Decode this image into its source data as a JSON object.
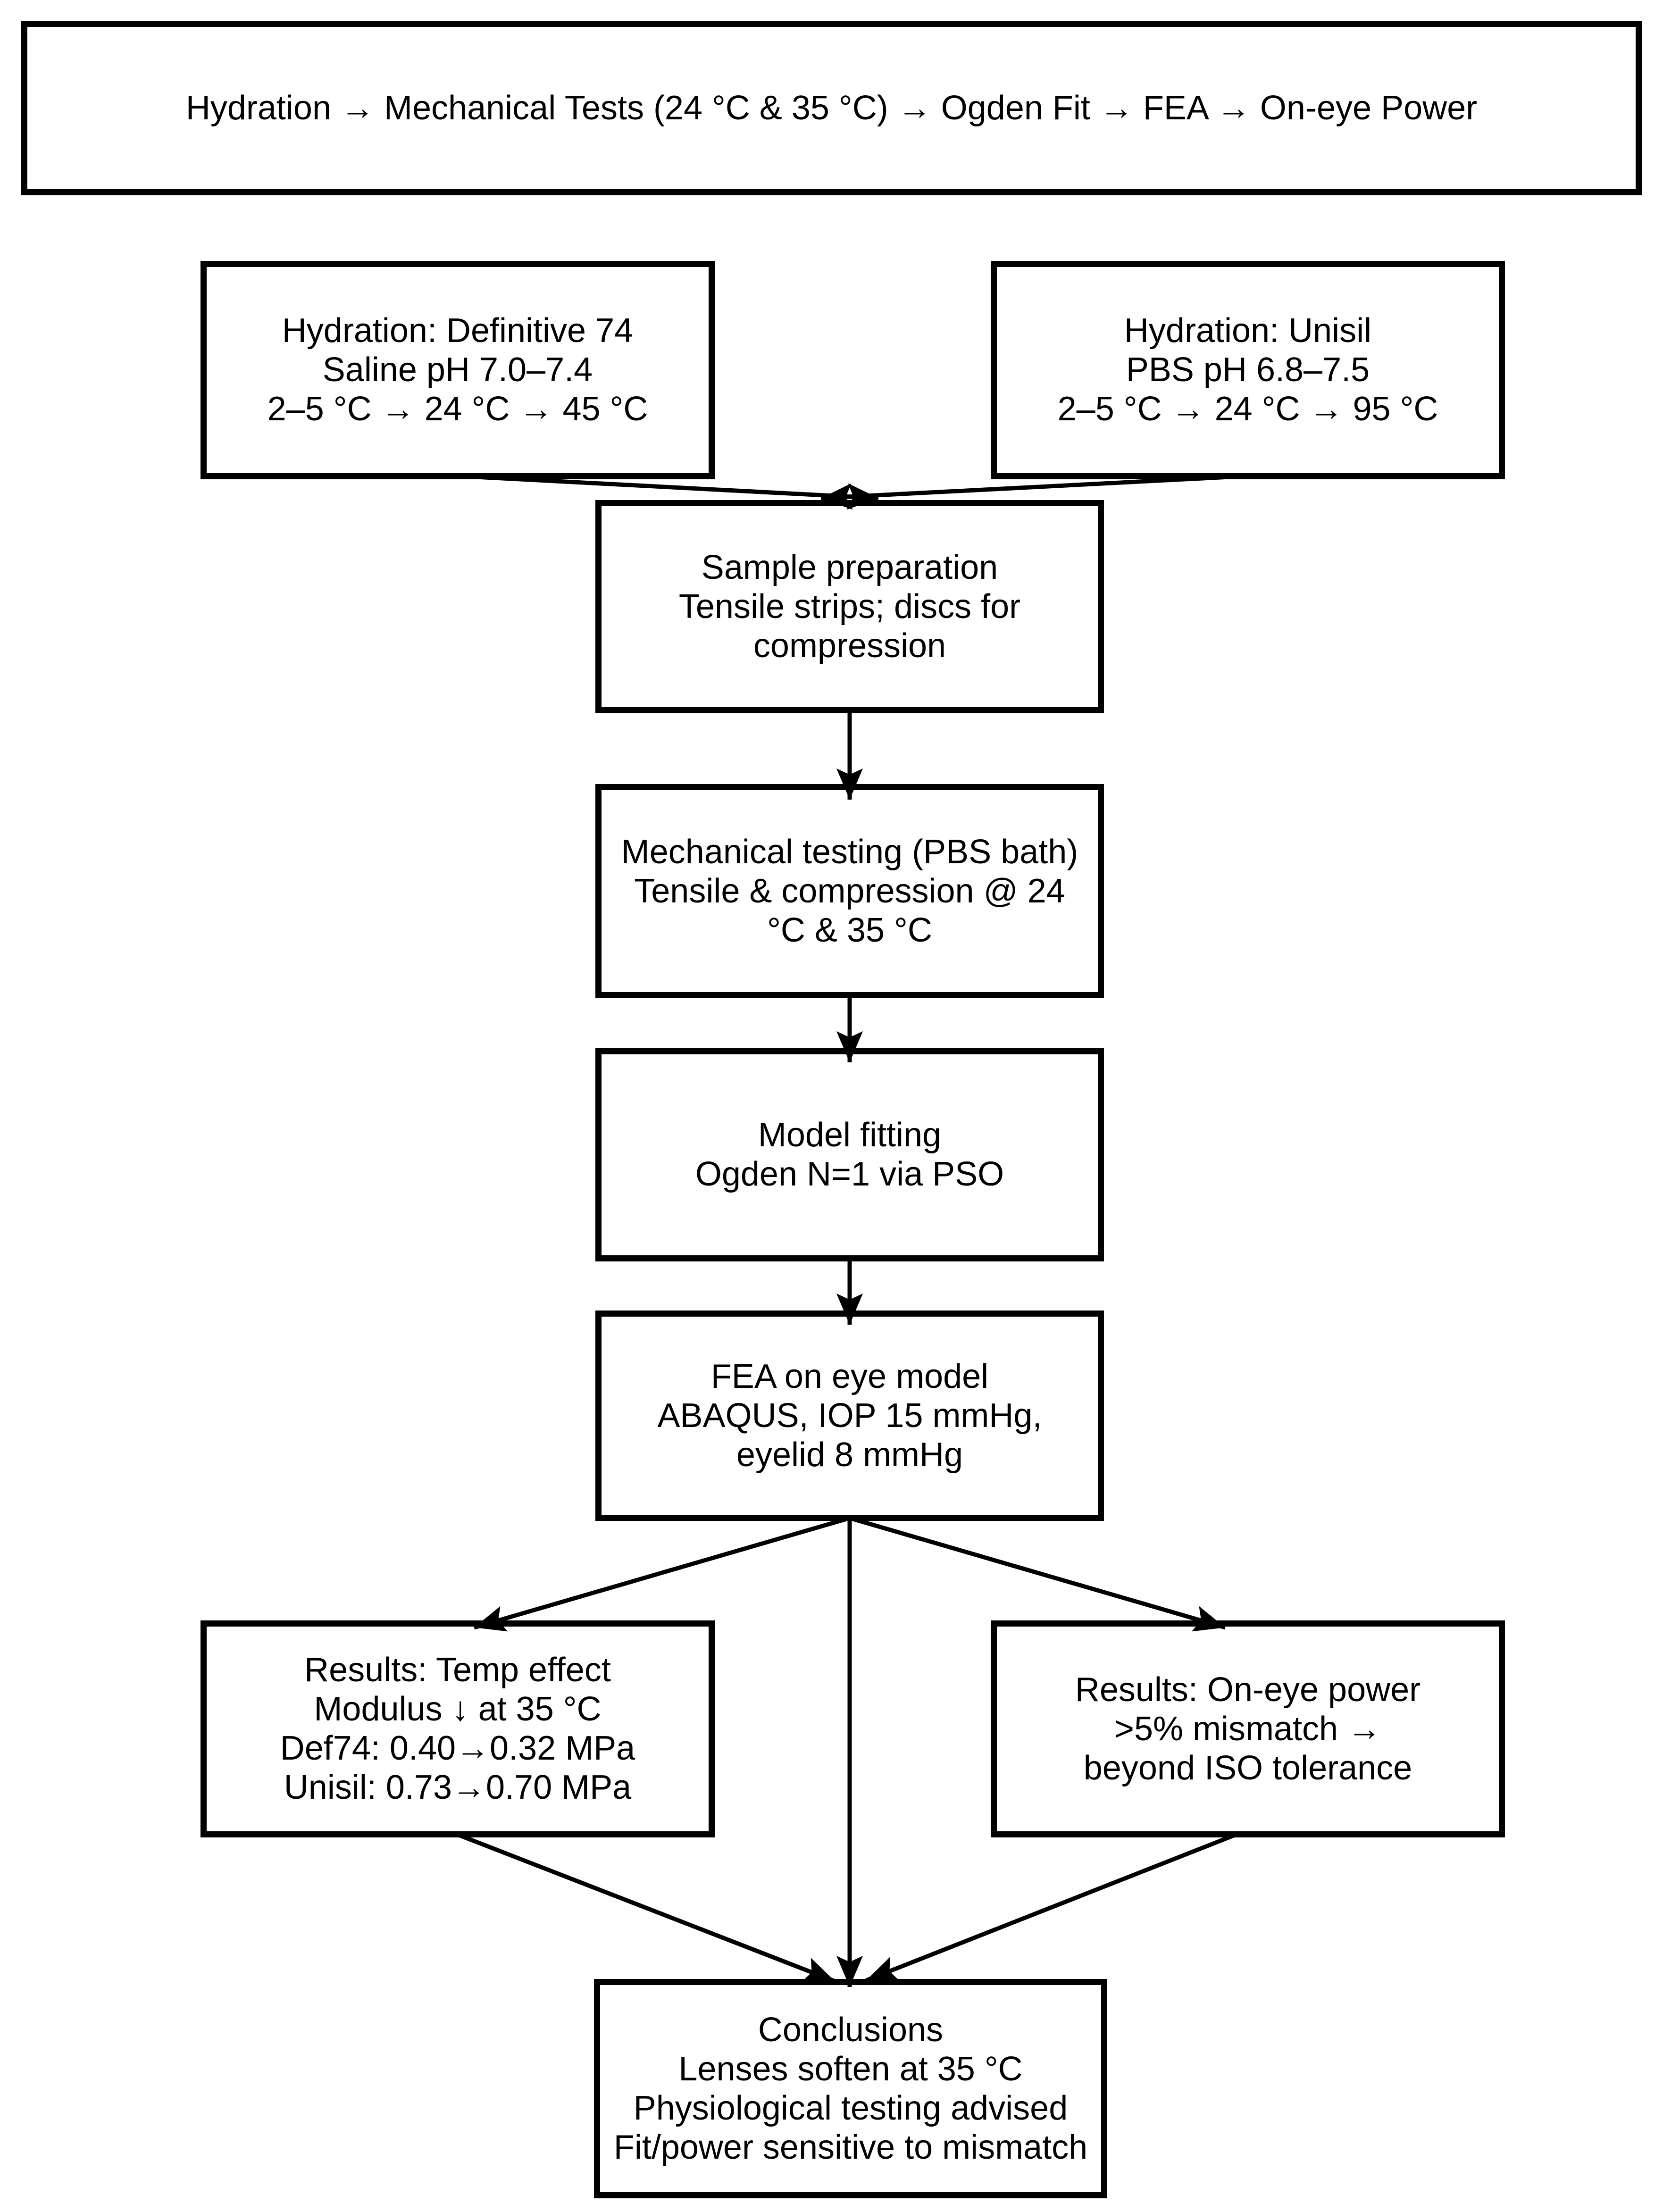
{
  "page": {
    "background_color": "#ffffff",
    "line_color": "#000000",
    "diagram_type": "flowchart"
  },
  "title_banner": {
    "text": "Hydration → Mechanical Tests (24 °C & 35 °C) → Ogden Fit → FEA → On-eye Power"
  },
  "nodes": {
    "hydration_def74": {
      "lines": [
        "Hydration: Definitive 74",
        "Saline pH 7.0–7.4",
        "2–5 °C → 24 °C → 45 °C"
      ]
    },
    "hydration_unisil": {
      "lines": [
        "Hydration: Unisil",
        "PBS pH 6.8–7.5",
        "2–5 °C → 24 °C → 95 °C"
      ]
    },
    "sample_preparation": {
      "lines": [
        "Sample preparation",
        "Tensile strips; discs for",
        "compression"
      ]
    },
    "mechanical_testing": {
      "lines": [
        "Mechanical testing (PBS bath)",
        "Tensile & compression @ 24",
        "°C & 35 °C"
      ]
    },
    "model_fitting": {
      "lines": [
        "Model fitting",
        "Ogden N=1 via PSO"
      ]
    },
    "fea": {
      "lines": [
        "FEA on eye model",
        "ABAQUS, IOP 15 mmHg,",
        "eyelid 8 mmHg"
      ]
    },
    "results_temp": {
      "lines": [
        "Results: Temp effect",
        "Modulus ↓ at 35 °C",
        "Def74: 0.40→0.32 MPa",
        "Unisil: 0.73→0.70 MPa"
      ]
    },
    "results_power": {
      "lines": [
        "Results: On-eye power",
        ">5% mismatch →",
        "beyond ISO tolerance"
      ]
    },
    "conclusions": {
      "lines": [
        "Conclusions",
        "Lenses soften at 35 °C",
        "Physiological testing advised",
        "Fit/power sensitive to mismatch"
      ]
    }
  },
  "edges": [
    {
      "from": "hydration_def74",
      "to": "sample_preparation"
    },
    {
      "from": "hydration_unisil",
      "to": "sample_preparation"
    },
    {
      "from": "sample_preparation",
      "to": "mechanical_testing"
    },
    {
      "from": "mechanical_testing",
      "to": "model_fitting"
    },
    {
      "from": "model_fitting",
      "to": "fea"
    },
    {
      "from": "fea",
      "to": "results_temp"
    },
    {
      "from": "fea",
      "to": "results_power"
    },
    {
      "from": "fea",
      "to": "conclusions"
    },
    {
      "from": "results_temp",
      "to": "conclusions"
    },
    {
      "from": "results_power",
      "to": "conclusions"
    }
  ]
}
